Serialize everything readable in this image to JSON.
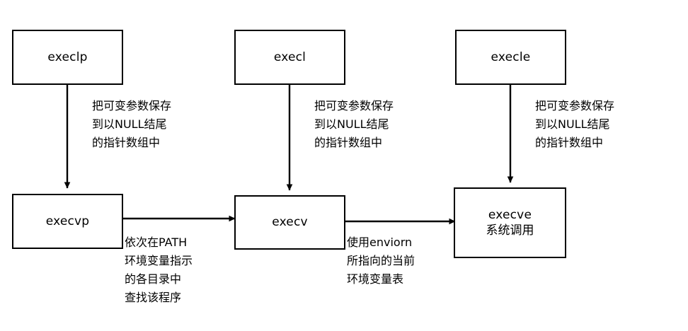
{
  "diagram": {
    "title": "exec family function relationship diagram",
    "background_color": "#ffffff",
    "line_color": "#000000",
    "box_border_color": "#000000",
    "box_fill_color": "#ffffff",
    "nodes": [
      {
        "id": "execlp",
        "label": "execlp",
        "sublabel": ""
      },
      {
        "id": "execl",
        "label": "execl",
        "sublabel": ""
      },
      {
        "id": "execle",
        "label": "execle",
        "sublabel": ""
      },
      {
        "id": "execvp",
        "label": "execvp",
        "sublabel": ""
      },
      {
        "id": "execv",
        "label": "execv",
        "sublabel": ""
      },
      {
        "id": "execve",
        "label": "execve",
        "sublabel": "系统调用"
      }
    ],
    "annotations": [
      {
        "id": "annotation-execlp-to-execvp",
        "lines": [
          "把可变参数保存",
          "到以NULL结尾",
          "的指针数组中"
        ]
      },
      {
        "id": "annotation-execl-to-execv",
        "lines": [
          "把可变参数保存",
          "到以NULL结尾",
          "的指针数组中"
        ]
      },
      {
        "id": "annotation-execle-to-execve",
        "lines": [
          "把可变参数保存",
          "到以NULL结尾",
          "的指针数组中"
        ]
      },
      {
        "id": "annotation-execvp-to-execv",
        "lines": [
          "依次在PATH",
          "环境变量指示",
          "的各目录中",
          "查找该程序"
        ]
      },
      {
        "id": "annotation-execv-to-execve",
        "lines": [
          "使用enviorn",
          "所指向的当前",
          "环境变量表"
        ]
      }
    ],
    "edges": [
      {
        "id": "edge-execlp-execvp",
        "from": "execlp",
        "to": "execvp",
        "direction": "down"
      },
      {
        "id": "edge-execl-execv",
        "from": "execl",
        "to": "execv",
        "direction": "down"
      },
      {
        "id": "edge-execle-execve",
        "from": "execle",
        "to": "execve",
        "direction": "down"
      },
      {
        "id": "edge-execvp-execv",
        "from": "execvp",
        "to": "execv",
        "direction": "right"
      },
      {
        "id": "edge-execv-execve",
        "from": "execv",
        "to": "execve",
        "direction": "right"
      }
    ]
  }
}
